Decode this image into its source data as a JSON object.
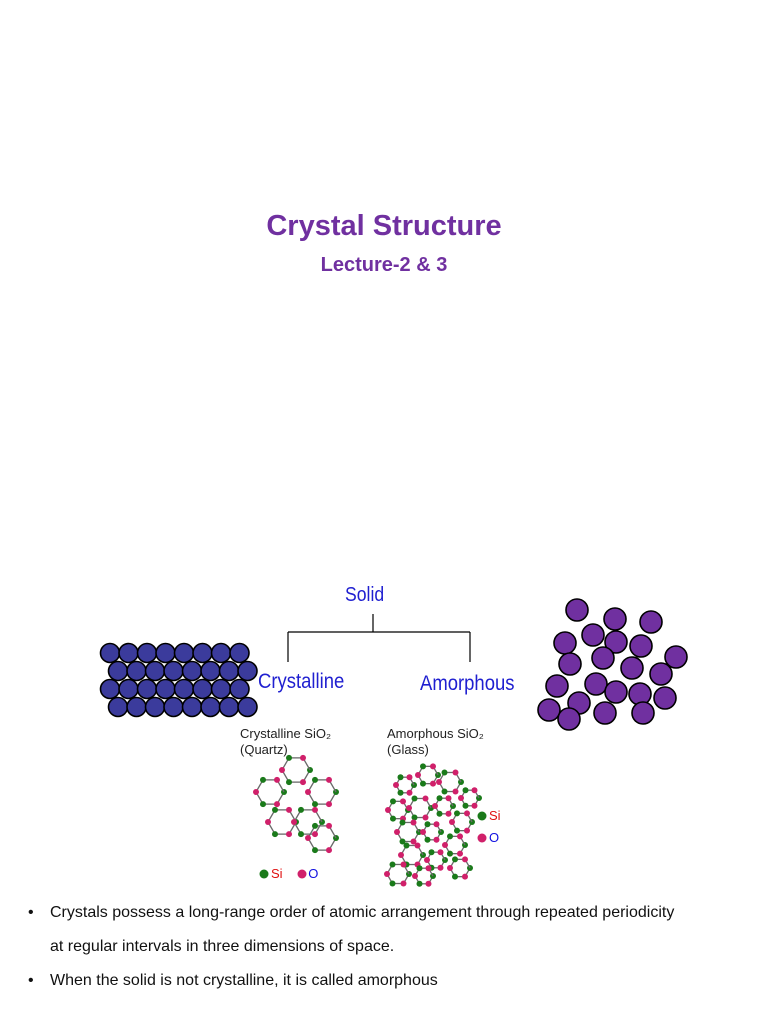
{
  "title": "Crystal Structure",
  "subtitle": "Lecture-2 & 3",
  "figure": {
    "root_label": "Solid",
    "left_branch_label": "Crystalline",
    "right_branch_label": "Amorphous",
    "left_panel": {
      "line1": "Crystalline SiO₂",
      "line2": "(Quartz)"
    },
    "right_panel": {
      "line1": "Amorphous SiO₂",
      "line2": "(Glass)"
    },
    "legend_si": "Si",
    "legend_o": "O",
    "colors": {
      "crystalline_atoms": "#3b3b9c",
      "amorphous_atoms": "#7030a0",
      "si_atom": "#1a7a1a",
      "o_atom": "#d0206a",
      "tree_text": "#1f1fd0"
    }
  },
  "bullets": [
    {
      "marker": "•",
      "text": "Crystals possess a long-range order of atomic arrangement through repeated periodicity"
    },
    {
      "marker": "",
      "text": "at regular intervals in three dimensions of space."
    },
    {
      "marker": "•",
      "text": "When the solid is not crystalline, it is called amorphous"
    }
  ]
}
